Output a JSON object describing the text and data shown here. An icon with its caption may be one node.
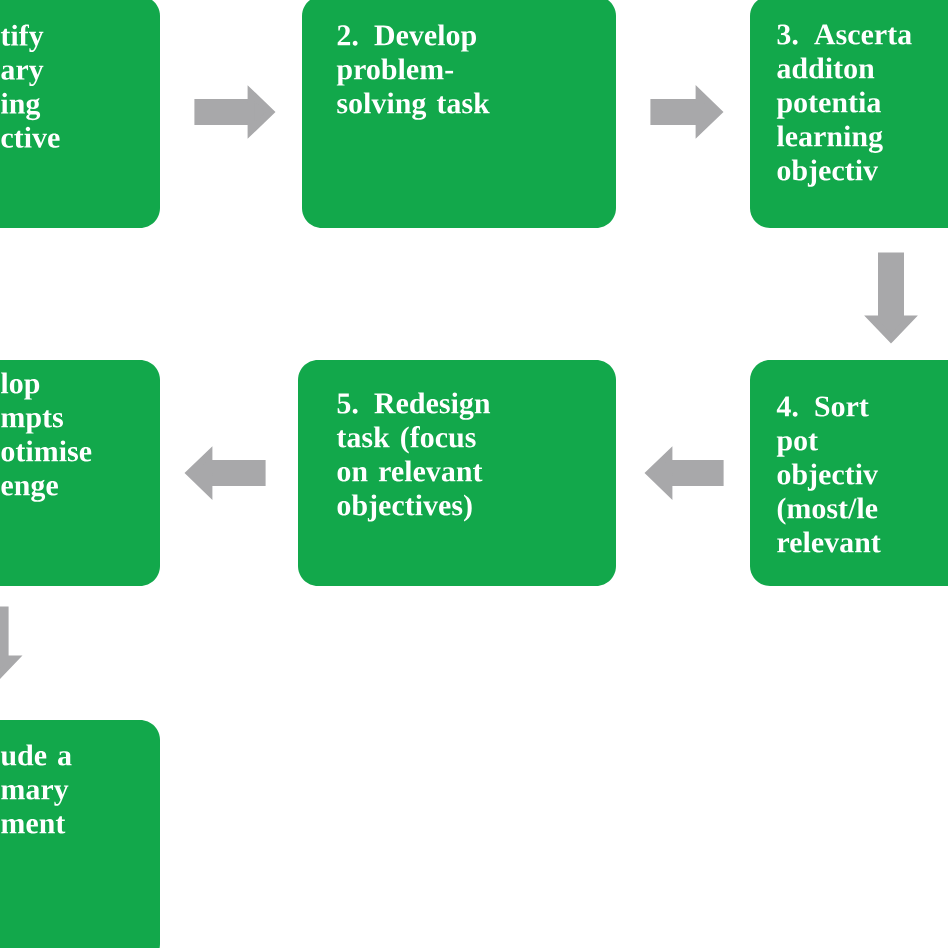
{
  "diagram": {
    "nodes": [
      {
        "text": [
          "tify ary ing ctive"
        ]
      },
      {
        "text": [
          "2. Develop problem- solving task"
        ]
      },
      {
        "text": [
          "3. Ascerta additon potentia learning objectiv"
        ]
      },
      {
        "text": [
          "4. Sort pot objectiv (most/le relevant"
        ]
      },
      {
        "text": [
          "5. Redesign task (focus on relevant objectives)"
        ]
      },
      {
        "text": [
          "lop mpts otimise enge"
        ]
      },
      {
        "text": [
          "ude a mary ment"
        ]
      }
    ],
    "edges": [
      {
        "from": 0,
        "to": 1,
        "arrow": "to"
      },
      {
        "from": 1,
        "to": 2,
        "arrow": "to"
      },
      {
        "from": 2,
        "to": 3,
        "arrow": "to"
      },
      {
        "from": 3,
        "to": 4,
        "arrow": "to"
      },
      {
        "from": 4,
        "to": 5,
        "arrow": "to"
      },
      {
        "from": 5,
        "to": 6,
        "arrow": "to"
      }
    ]
  }
}
